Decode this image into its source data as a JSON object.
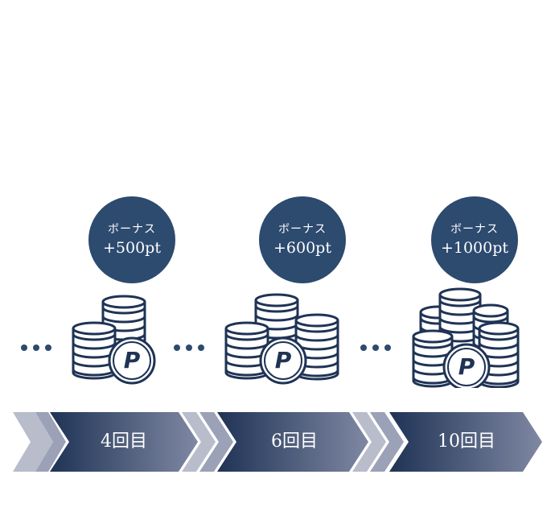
{
  "milestones": [
    {
      "bonus_title": "ボーナス",
      "bonus_amount": "+500pt",
      "step_label": "4回目"
    },
    {
      "bonus_title": "ボーナス",
      "bonus_amount": "+600pt",
      "step_label": "6回目"
    },
    {
      "bonus_title": "ボーナス",
      "bonus_amount": "+1000pt",
      "step_label": "10回目"
    }
  ],
  "icons": {
    "coin_symbol": "P",
    "continuation": "ellipsis-dots-icon",
    "coin_stack": "coin-stack-icon"
  },
  "colors": {
    "navy": "#1f3355",
    "badge": "#2d4a6f",
    "chevron_light": "#b8bccb",
    "banner_end": "#8e97b1"
  }
}
